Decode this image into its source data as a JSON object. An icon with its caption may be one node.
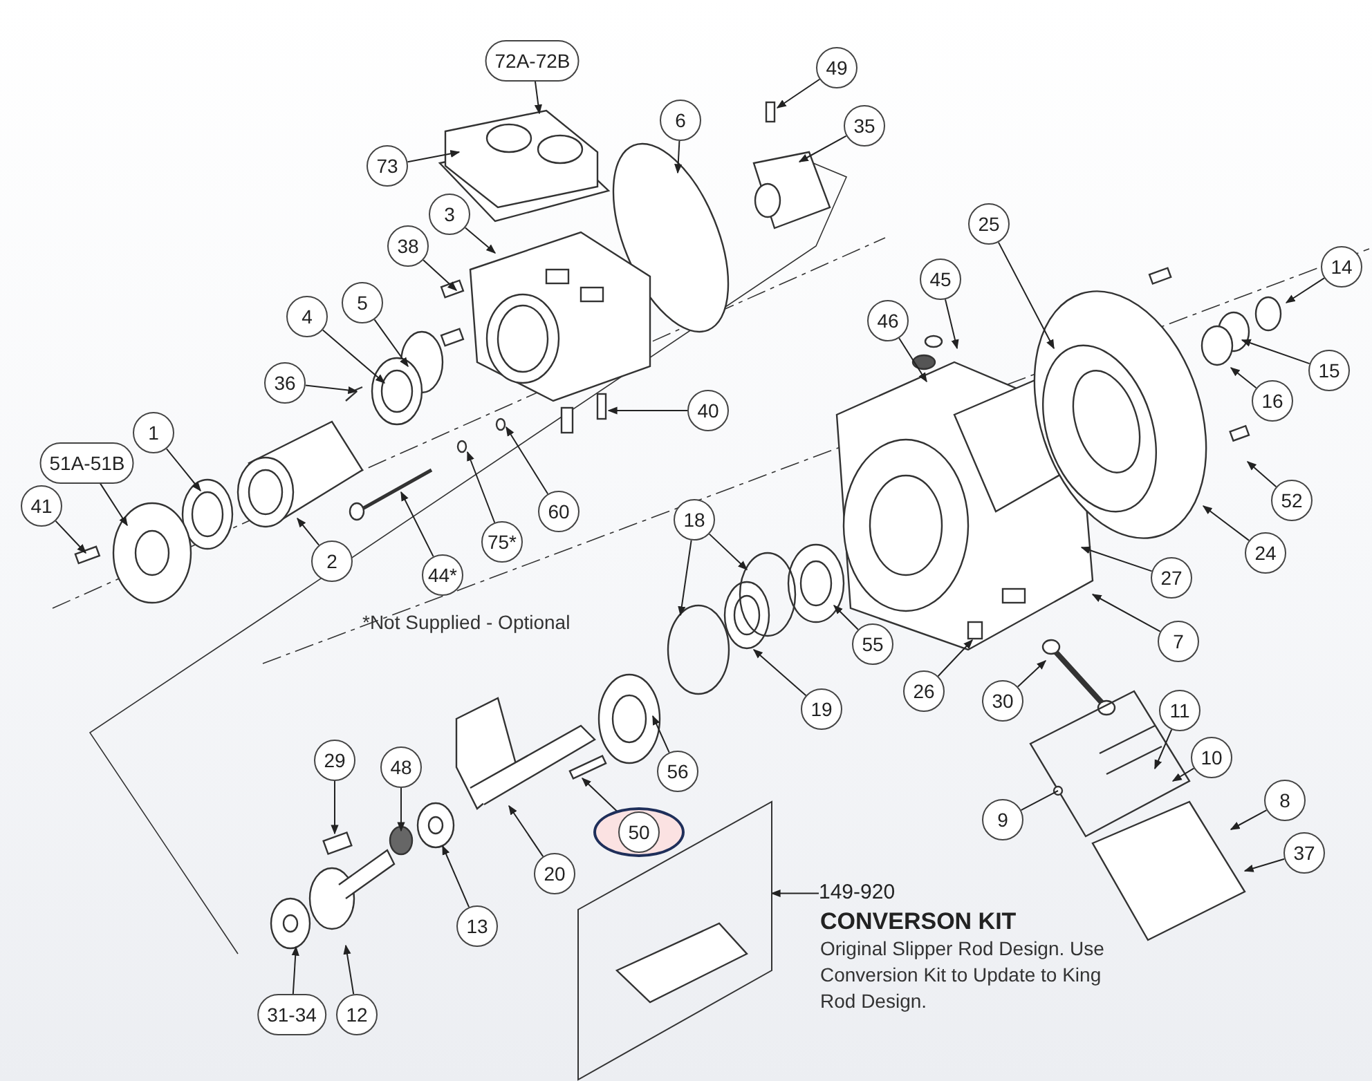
{
  "diagram": {
    "nodes": [
      {
        "text": [
          "72A-72B"
        ]
      },
      {
        "text": [
          "49"
        ]
      },
      {
        "text": [
          "6"
        ]
      },
      {
        "text": [
          "35"
        ]
      },
      {
        "text": [
          "73"
        ]
      },
      {
        "text": [
          "3"
        ]
      },
      {
        "text": [
          "25"
        ]
      },
      {
        "text": [
          "38"
        ]
      },
      {
        "text": [
          "14"
        ]
      },
      {
        "text": [
          "45"
        ]
      },
      {
        "text": [
          "4"
        ]
      },
      {
        "text": [
          "5"
        ]
      },
      {
        "text": [
          "46"
        ]
      },
      {
        "text": [
          "15"
        ]
      },
      {
        "text": [
          "36"
        ]
      },
      {
        "text": [
          "16"
        ]
      },
      {
        "text": [
          "40"
        ]
      },
      {
        "text": [
          "1"
        ]
      },
      {
        "text": [
          "51A-51B"
        ]
      },
      {
        "text": [
          "52"
        ]
      },
      {
        "text": [
          "41"
        ]
      },
      {
        "text": [
          "60"
        ]
      },
      {
        "text": [
          "75*"
        ]
      },
      {
        "text": [
          "18"
        ]
      },
      {
        "text": [
          "2"
        ]
      },
      {
        "text": [
          "24"
        ]
      },
      {
        "text": [
          "44*"
        ]
      },
      {
        "text": [
          "27"
        ]
      },
      {
        "text": [
          "7"
        ]
      },
      {
        "text": [
          "55"
        ]
      },
      {
        "text": [
          "26"
        ]
      },
      {
        "text": [
          "30"
        ]
      },
      {
        "text": [
          "19"
        ]
      },
      {
        "text": [
          "11"
        ]
      },
      {
        "text": [
          "10"
        ]
      },
      {
        "text": [
          "56"
        ]
      },
      {
        "text": [
          "29"
        ]
      },
      {
        "text": [
          "48"
        ]
      },
      {
        "text": [
          "8"
        ]
      },
      {
        "text": [
          "9"
        ]
      },
      {
        "text": [
          "50"
        ]
      },
      {
        "text": [
          "37"
        ]
      },
      {
        "text": [
          "20"
        ]
      },
      {
        "text": [
          "13"
        ]
      },
      {
        "text": [
          "149-920"
        ]
      },
      {
        "text": [],
        "shape": "box"
      },
      {
        "text": [
          "31-34"
        ]
      },
      {
        "text": [
          "12"
        ]
      }
    ],
    "edges": [
      {
        "from": 0,
        "to": null,
        "arrow": "to"
      },
      {
        "from": 1,
        "to": null,
        "arrow": "to"
      },
      {
        "from": 2,
        "to": null,
        "arrow": "to"
      },
      {
        "from": 3,
        "to": null,
        "arrow": "to"
      },
      {
        "from": 4,
        "to": null,
        "arrow": "to"
      },
      {
        "from": 5,
        "to": null,
        "arrow": "to"
      },
      {
        "from": 6,
        "to": null,
        "arrow": "to"
      },
      {
        "from": 7,
        "to": null,
        "arrow": "to"
      },
      {
        "from": 8,
        "to": null,
        "arrow": "to"
      },
      {
        "from": 9,
        "to": null,
        "arrow": "to"
      },
      {
        "from": 10,
        "to": null,
        "arrow": "to"
      },
      {
        "from": 11,
        "to": null,
        "arrow": "to"
      },
      {
        "from": 12,
        "to": null,
        "arrow": "to"
      },
      {
        "from": 13,
        "to": null,
        "arrow": "to"
      },
      {
        "from": 14,
        "to": null,
        "arrow": "to"
      },
      {
        "from": 15,
        "to": null,
        "arrow": "to"
      },
      {
        "from": 16,
        "to": null,
        "arrow": "to"
      },
      {
        "from": 17,
        "to": null,
        "arrow": "to"
      },
      {
        "from": 18,
        "to": null,
        "arrow": "to"
      },
      {
        "from": 19,
        "to": null,
        "arrow": "to"
      },
      {
        "from": 20,
        "to": null,
        "arrow": "to"
      },
      {
        "from": 21,
        "to": null,
        "arrow": "to"
      },
      {
        "from": 22,
        "to": null,
        "arrow": "to"
      },
      {
        "from": 23,
        "to": null,
        "arrow": "to"
      },
      {
        "from": 23,
        "to": null,
        "arrow": "to"
      },
      {
        "from": 24,
        "to": null,
        "arrow": "to"
      },
      {
        "from": 25,
        "to": null,
        "arrow": "to"
      },
      {
        "from": 26,
        "to": null,
        "arrow": "to"
      },
      {
        "from": 27,
        "to": null,
        "arrow": "to"
      },
      {
        "from": 28,
        "to": null,
        "arrow": "to"
      },
      {
        "from": 29,
        "to": null,
        "arrow": "to"
      },
      {
        "from": 30,
        "to": null,
        "arrow": "to"
      },
      {
        "from": 31,
        "to": null,
        "arrow": "to"
      },
      {
        "from": 32,
        "to": null,
        "arrow": "to"
      },
      {
        "from": 33,
        "to": null,
        "arrow": "to"
      },
      {
        "from": 34,
        "to": null,
        "arrow": "to"
      },
      {
        "from": 35,
        "to": null,
        "arrow": "to"
      },
      {
        "from": 36,
        "to": null,
        "arrow": "to"
      },
      {
        "from": 37,
        "to": null,
        "arrow": "to"
      },
      {
        "from": 38,
        "to": null,
        "arrow": "to"
      },
      {
        "from": 39,
        "to": null,
        "arrow": "none"
      },
      {
        "from": 40,
        "to": null,
        "arrow": "to"
      },
      {
        "from": 41,
        "to": null,
        "arrow": "to"
      },
      {
        "from": 42,
        "to": null,
        "arrow": "to"
      },
      {
        "from": 43,
        "to": null,
        "arrow": "to"
      },
      {
        "from": 44,
        "to": 45,
        "arrow": "to"
      },
      {
        "from": 46,
        "to": null,
        "arrow": "to"
      },
      {
        "from": 47,
        "to": null,
        "arrow": "to"
      }
    ],
    "labels": [
      "*Not Supplied - Optional",
      "CONVERSON KIT",
      "Original Slipper Rod Design. Use Conversion Kit to Update to King Rod Design."
    ]
  }
}
